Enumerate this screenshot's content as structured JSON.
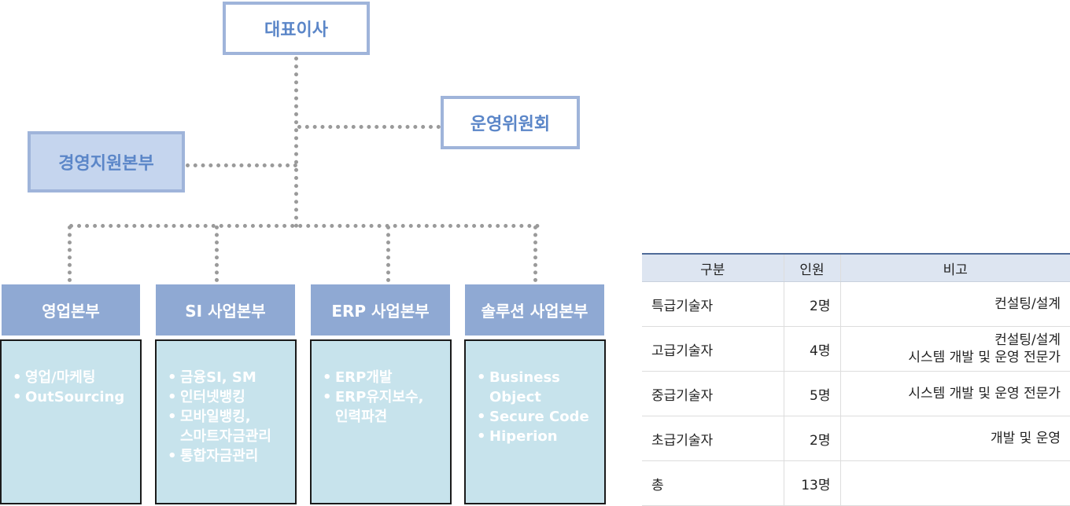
{
  "org": {
    "ceo": "대표이사",
    "committee": "운영위원회",
    "support": "경영지원본부",
    "departments": [
      {
        "name": "영업본부",
        "items": [
          "영업/마케팅",
          "OutSourcing"
        ]
      },
      {
        "name": "SI 사업본부",
        "items": [
          "금융SI, SM",
          "인터넷뱅킹",
          "모바일뱅킹,\n스마트자금관리",
          "통합자금관리"
        ]
      },
      {
        "name": "ERP 사업본부",
        "items": [
          "ERP개발",
          "ERP유지보수,\n인력파견"
        ]
      },
      {
        "name": "솔루션 사업본부",
        "items": [
          "Business\nObject",
          "Secure Code",
          "Hiperion"
        ]
      }
    ]
  },
  "staff_table": {
    "headers": [
      "구분",
      "인원",
      "비고"
    ],
    "rows": [
      {
        "grade": "특급기술자",
        "count": "2명",
        "note": "컨설팅/설계"
      },
      {
        "grade": "고급기술자",
        "count": "4명",
        "note": "컨설팅/설계\n시스템 개발 및 운영 전문가"
      },
      {
        "grade": "중급기술자",
        "count": "5명",
        "note": "시스템 개발 및 운영 전문가"
      },
      {
        "grade": "초급기술자",
        "count": "2명",
        "note": "개발 및 운영"
      },
      {
        "grade": "총",
        "count": "13명",
        "note": ""
      }
    ]
  },
  "colors": {
    "node_text": "#5b86c8",
    "node_border": "#9fb4da",
    "dept_header": "#8fa9d3",
    "detail_box": "#c7e3ec",
    "connector": "#9a9a9a",
    "table_header": "#dde5f1"
  }
}
